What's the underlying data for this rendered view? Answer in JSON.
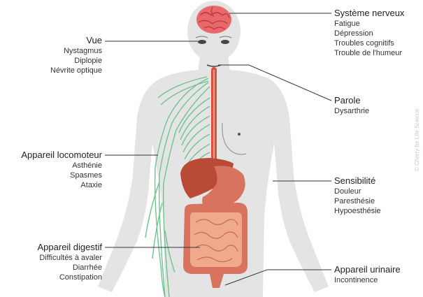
{
  "labels": {
    "vue": {
      "title": "Vue",
      "items": [
        "Nystagmus",
        "Diplopie",
        "Névrite optique"
      ]
    },
    "locomoteur": {
      "title": "Appareil locomoteur",
      "items": [
        "Asthénie",
        "Spasmes",
        "Ataxie"
      ]
    },
    "digestif": {
      "title": "Appareil digestif",
      "items": [
        "Difficultés à avaler",
        "Diarrhée",
        "Constipation"
      ]
    },
    "nerveux": {
      "title": "Système nerveux",
      "items": [
        "Fatigue",
        "Dépression",
        "Troubles cognitifs",
        "Trouble de l'humeur"
      ]
    },
    "parole": {
      "title": "Parole",
      "items": [
        "Dysarthrie"
      ]
    },
    "sensibilite": {
      "title": "Sensibilité",
      "items": [
        "Douleur",
        "Paresthésie",
        "Hypoesthésie"
      ]
    },
    "urinaire": {
      "title": "Appareil urinaire",
      "items": [
        "Incontinence"
      ]
    }
  },
  "credit": "© Cherry for Life Science",
  "colors": {
    "body": "#e4e4e4",
    "brain": "#e9686b",
    "nerves": "#6cc58c",
    "esophagus": "#d9523f",
    "liver": "#b94a35",
    "stomach": "#d7735e",
    "intestines": "#f0a98d",
    "leader_line": "#333333"
  }
}
